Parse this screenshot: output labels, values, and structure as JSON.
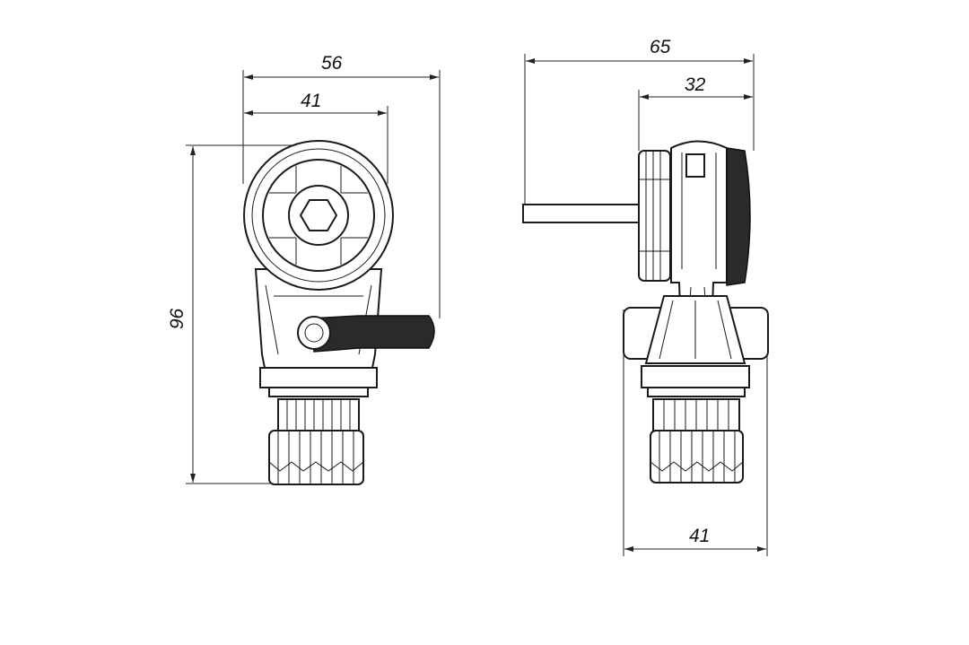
{
  "front_view": {
    "width_overall": "56",
    "width_body": "41",
    "height_overall": "96"
  },
  "side_view": {
    "depth_overall": "65",
    "depth_body": "32",
    "base_width": "41"
  },
  "colors": {
    "line": "#1a1a1a",
    "background": "#ffffff"
  }
}
